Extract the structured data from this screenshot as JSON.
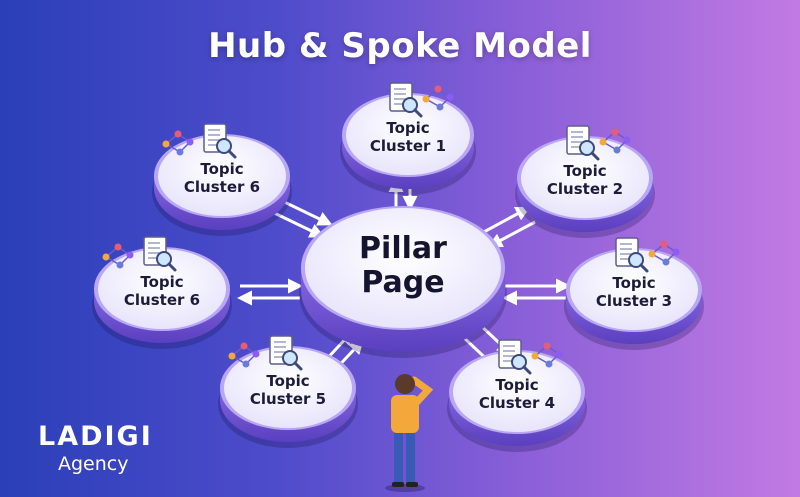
{
  "title": "Hub & Spoke Model",
  "hub": {
    "line1": "Pillar",
    "line2": "Page"
  },
  "spokes": [
    {
      "line1": "Topic",
      "line2": "Cluster 1"
    },
    {
      "line1": "Topic",
      "line2": "Cluster 2"
    },
    {
      "line1": "Topic",
      "line2": "Cluster 3"
    },
    {
      "line1": "Topic",
      "line2": "Cluster 4"
    },
    {
      "line1": "Topic",
      "line2": "Cluster 5"
    },
    {
      "line1": "Topic",
      "line2": "Cluster 6"
    },
    {
      "line1": "Topic",
      "line2": "Cluster 6"
    }
  ],
  "brand": {
    "name": "LADIGI",
    "sub": "Agency"
  },
  "colors": {
    "platform_top": "#f3f1ff",
    "platform_side": "#7f62e0",
    "arrow": "#ffffff",
    "figure_shirt": "#f2a83a",
    "figure_pants": "#3a5bb5"
  },
  "icons": [
    "document-magnifier-icon",
    "network-nodes-icon",
    "person-thinking-icon"
  ]
}
